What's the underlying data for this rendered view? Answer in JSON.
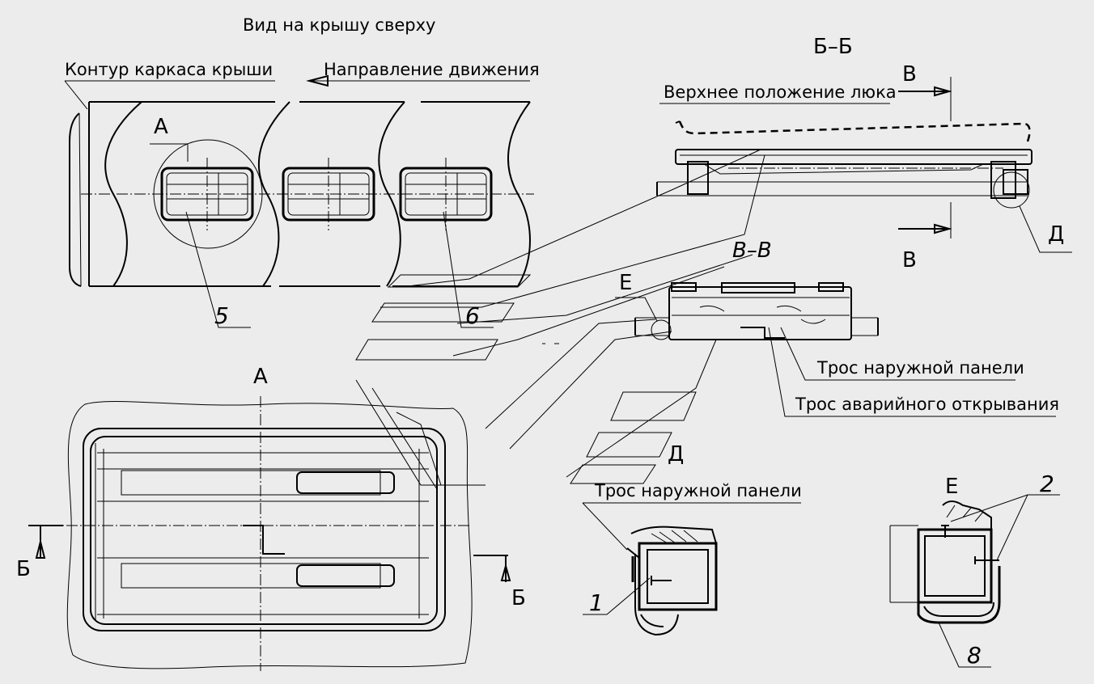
{
  "title": "Вид на крышу сверху",
  "labels": {
    "roof_frame_contour": "Контур каркаса крыши",
    "direction_of_travel": "Направление движения",
    "upper_hatch_position": "Верхнее положение люка",
    "outer_panel_cable_1": "Трос наружной панели",
    "emergency_opening_cable": "Трос аварийного открывания",
    "outer_panel_cable_2": "Трос наружной панели"
  },
  "view_markers": {
    "a_small": "А",
    "a_big": "А",
    "section_bb": "Б–Б",
    "section_vv": "В–В",
    "b_left": "Б",
    "b_right": "Б",
    "v_top": "В",
    "v_bottom": "В",
    "e_ref": "Е",
    "e_detail": "Е",
    "d_ref": "Д",
    "d_detail": "Д"
  },
  "callouts": {
    "n5": "5",
    "n6": "6",
    "n1": "1",
    "n2": "2",
    "n8": "8"
  }
}
